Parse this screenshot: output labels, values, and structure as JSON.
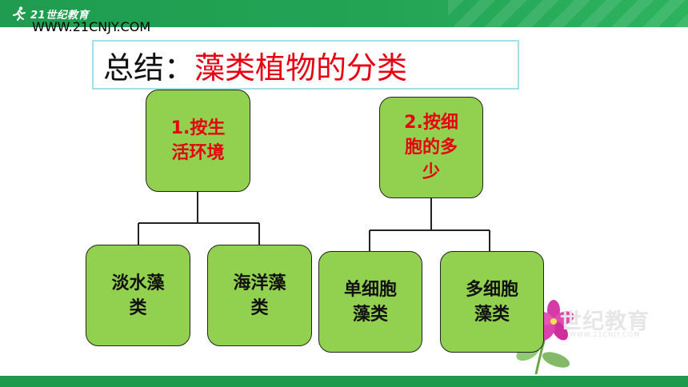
{
  "header": {
    "logo_text": "21世纪教育",
    "logo_sub": "WWW.21CNJY.COM"
  },
  "title": {
    "prefix": "总结：",
    "main": "藻类植物的分类"
  },
  "nodes": {
    "env_root": {
      "lines": [
        "1.按生",
        "活环境"
      ]
    },
    "cell_root": {
      "lines": [
        "2.按细",
        "胞的多",
        "少"
      ]
    },
    "freshwater": {
      "lines": [
        "淡水藻",
        "类"
      ]
    },
    "marine": {
      "lines": [
        "海洋藻",
        "类"
      ]
    },
    "unicellular": {
      "lines": [
        "单细胞",
        "藻类"
      ]
    },
    "multicellular": {
      "lines": [
        "多细胞",
        "藻类"
      ]
    }
  },
  "watermark": {
    "text": "世纪教育",
    "sub": "WWW.21CNJY.COM"
  },
  "colors": {
    "header_green": "#23a455",
    "node_fill": "#92d050",
    "title_red": "#e60012",
    "title_border": "#9fe0ea"
  }
}
